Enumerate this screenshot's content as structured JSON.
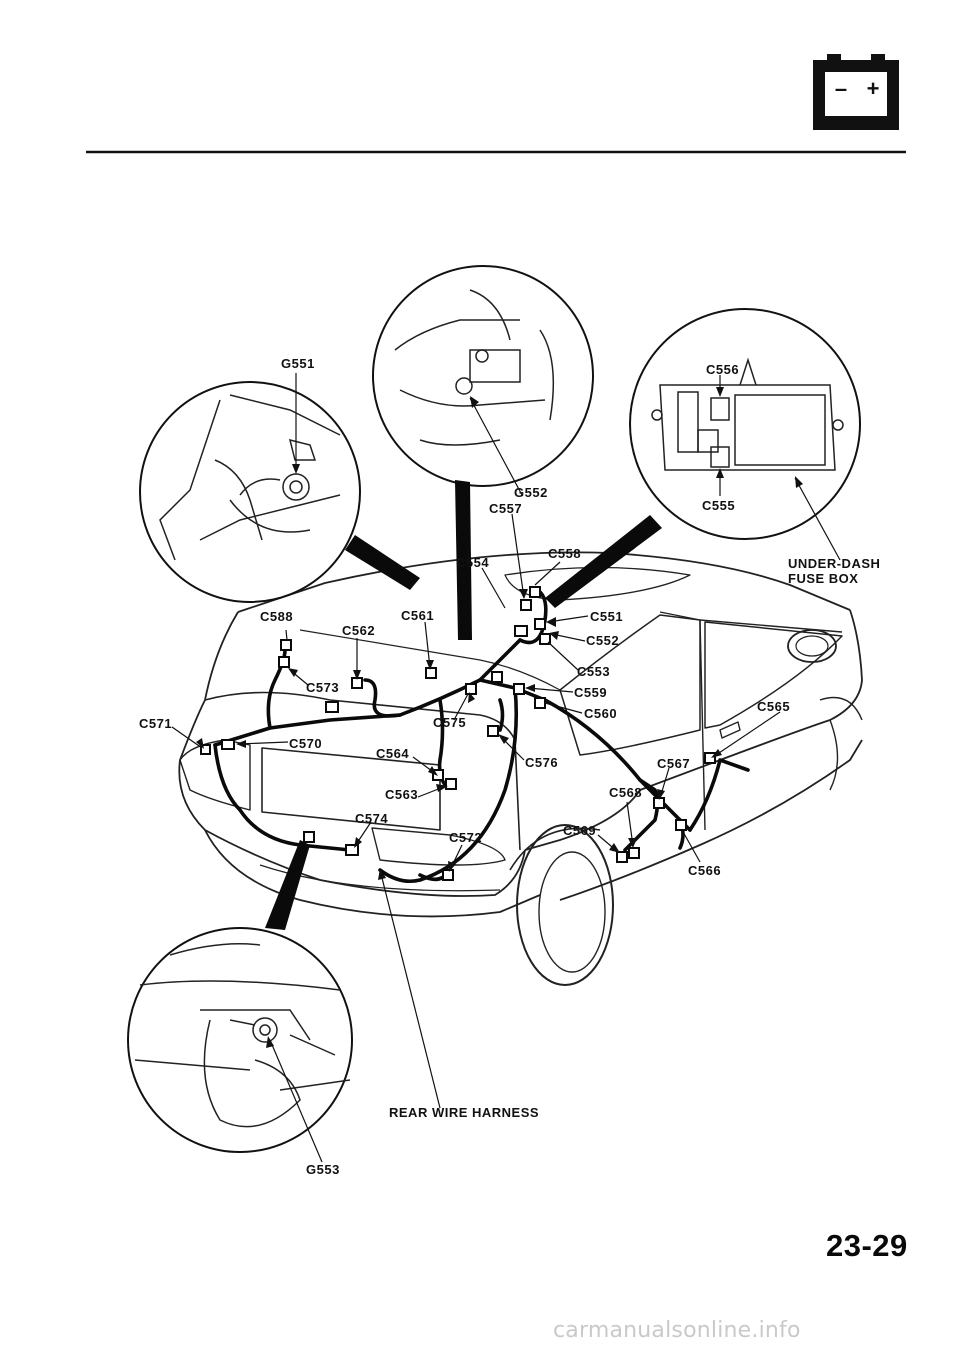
{
  "header": {
    "section_icon": "battery-icon",
    "battery_terminals": {
      "minus": "–",
      "plus": "+"
    }
  },
  "callouts": {
    "g551": "G551",
    "g552": "G552",
    "g553": "G553",
    "c551": "C551",
    "c552": "C552",
    "c553": "C553",
    "c554": "C554",
    "c555": "C555",
    "c556": "C556",
    "c557": "C557",
    "c558": "C558",
    "c559": "C559",
    "c560": "C560",
    "c561": "C561",
    "c562": "C562",
    "c563": "C563",
    "c564": "C564",
    "c565": "C565",
    "c566": "C566",
    "c567": "C567",
    "c568a": "C588",
    "c568b": "C568",
    "c569": "C569",
    "c570": "C570",
    "c571": "C571",
    "c572": "C572",
    "c573": "C573",
    "c574": "C574",
    "c575": "C575",
    "c576": "C576"
  },
  "labels": {
    "fuse_box_line1": "UNDER-DASH",
    "fuse_box_line2": "FUSE BOX",
    "harness": "REAR WIRE HARNESS"
  },
  "page_number": "23-29",
  "watermark": "carmanualsonline.info",
  "colors": {
    "ink": "#111111",
    "paper": "#ffffff",
    "watermark": "#c9c9c9"
  }
}
